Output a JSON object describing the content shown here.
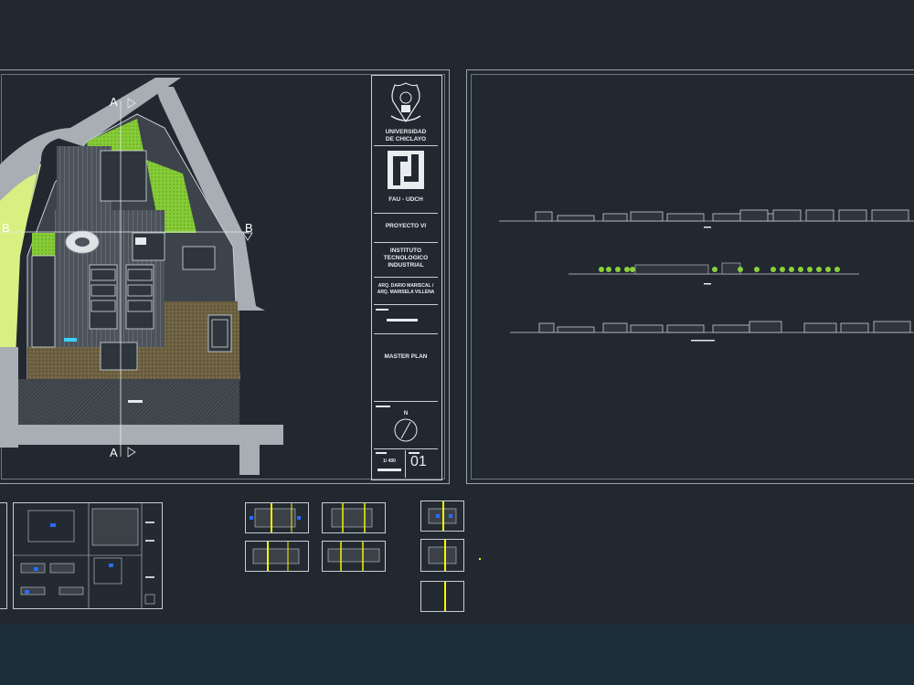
{
  "title_block": {
    "university": "UNIVERSIDAD DE CHICLAYO",
    "faculty": "FAU - UDCH",
    "course": "PROYECTO VI",
    "project": "INSTITUTO TECNOLOGICO INDUSTRIAL",
    "authors": "ARQ. DARIO MARISCAL / ARQ. MARISELA VILLENA",
    "sheet_title": "MASTER PLAN",
    "scale": "1/ 400",
    "sheet_number": "01"
  },
  "plan": {
    "section_a_top": "A",
    "section_a_bottom": "A",
    "section_b_left": "B",
    "section_b_right": "B"
  },
  "colors": {
    "background": "#212830",
    "bottom_band": "#1c2e3a",
    "road": "#a8aeb4",
    "green_area": "#8ad23a",
    "sand": "#6e6344",
    "buildings": "#c4c9ce",
    "accent_blue": "#2a6cff",
    "accent_yellow": "#f5f500"
  },
  "icons": {
    "crest": "university-crest-icon",
    "logo": "fau-logo-icon",
    "north": "north-arrow-icon"
  }
}
